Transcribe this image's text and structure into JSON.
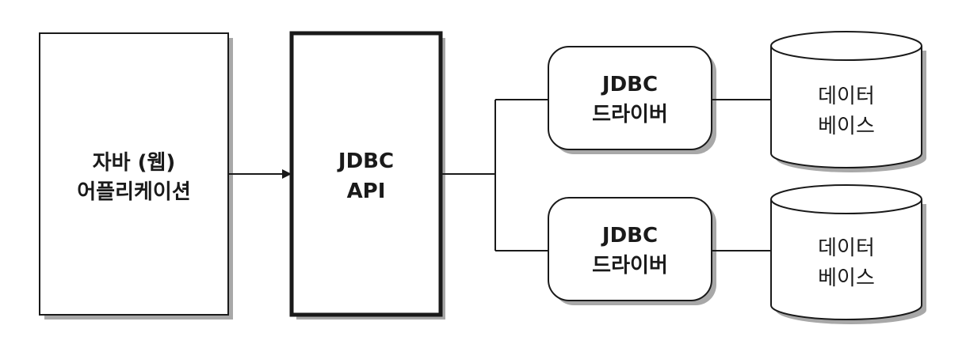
{
  "app_box": {
    "line1": "자바 (웹)",
    "line2": "어플리케이션"
  },
  "api_box": {
    "line1": "JDBC",
    "line2": "API"
  },
  "drivers": [
    {
      "line1": "JDBC",
      "line2": "드라이버"
    },
    {
      "line1": "JDBC",
      "line2": "드라이버"
    }
  ],
  "databases": [
    {
      "line1": "데이터",
      "line2": "베이스"
    },
    {
      "line1": "데이터",
      "line2": "베이스"
    }
  ],
  "colors": {
    "stroke": "#1a1a1a",
    "fill": "#ffffff",
    "shadow": "#a8a8a8"
  }
}
